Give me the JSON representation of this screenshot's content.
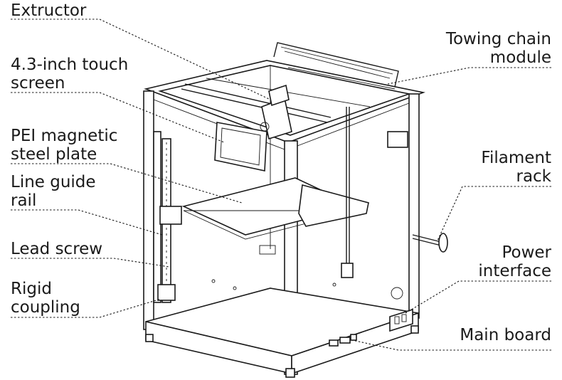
{
  "labels": {
    "extructor": "Extructor",
    "touch_screen_line1": "4.3-inch touch",
    "touch_screen_line2": "screen",
    "pei_line1": "PEI magnetic",
    "pei_line2": "steel plate",
    "line_guide_line1": "Line guide",
    "line_guide_line2": "rail",
    "lead_screw": "Lead screw",
    "rigid_line1": "Rigid",
    "rigid_line2": "coupling",
    "towing_line1": "Towing chain",
    "towing_line2": "module",
    "filament_line1": "Filament",
    "filament_line2": "rack",
    "power_line1": "Power",
    "power_line2": "interface",
    "main_board": "Main board"
  },
  "colors": {
    "ink": "#1a1a1a",
    "background": "#ffffff"
  }
}
